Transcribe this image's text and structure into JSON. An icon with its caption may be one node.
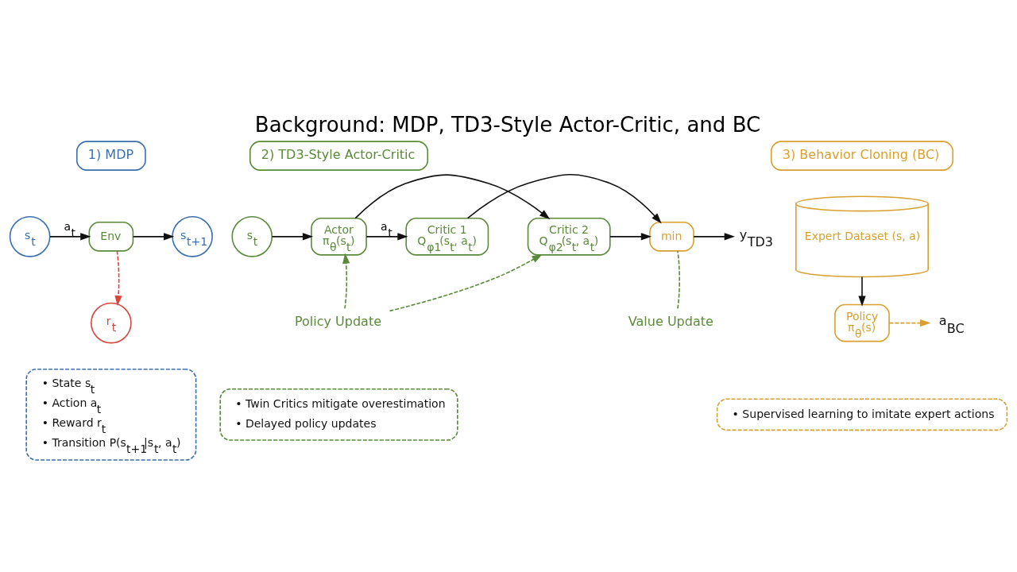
{
  "diagram": {
    "title": "Background: MDP, TD3-Style Actor-Critic, and BC",
    "nodes": [
      {
        "text": [
          "1) MDP"
        ]
      },
      {
        "text": [
          "s$_{t}$"
        ]
      },
      {
        "text": [
          "Env"
        ]
      },
      {
        "text": [
          "s$_{t+1}$"
        ]
      },
      {
        "text": [
          "r$_{t}$"
        ]
      },
      {
        "text": [
          "• State s$_{t}$",
          "• Action a$_{t}$",
          "• Reward r$_{t}$",
          "• Transition P(s$_{t+1}$|s$_{t}$, a$_{t}$)"
        ]
      },
      {
        "text": [
          "2) TD3-Style Actor-Critic"
        ]
      },
      {
        "text": [
          "s$_{t}$"
        ]
      },
      {
        "text": [
          "Actor",
          "π$_{θ}$(s$_{t}$)"
        ]
      },
      {
        "text": [
          "Critic 1",
          "Q$_{φ1}$(s$_{t}$, a$_{t}$)"
        ]
      },
      {
        "text": [
          "Critic 2",
          "Q$_{φ2}$(s$_{t}$, a$_{t}$)"
        ]
      },
      {
        "text": [
          "min"
        ]
      },
      {
        "text": [
          "y$_{TD3}$"
        ]
      },
      {
        "text": [
          "Policy Update"
        ]
      },
      {
        "text": [
          "Value Update"
        ]
      },
      {
        "text": [
          "• Twin Critics mitigate overestimation",
          "• Delayed policy updates"
        ]
      },
      {
        "text": [
          "3) Behavior Cloning (BC)"
        ]
      },
      {
        "text": [
          "Expert Dataset (s, a)"
        ]
      },
      {
        "text": [
          "Policy",
          "π$_{θ}$(s)"
        ]
      },
      {
        "text": [
          "a$_{BC}$"
        ]
      },
      {
        "text": [
          "• Supervised learning to imitate expert actions"
        ]
      }
    ],
    "edges": [
      {
        "from": 1,
        "to": 2,
        "arrow": "to",
        "label": "a$_{t}$"
      },
      {
        "from": 2,
        "to": 3,
        "arrow": "to"
      },
      {
        "from": 2,
        "to": 4,
        "arrow": "to",
        "style": "dashed",
        "color": "#d9463e"
      },
      {
        "from": 7,
        "to": 8,
        "arrow": "to"
      },
      {
        "from": 8,
        "to": 9,
        "arrow": "to",
        "label": "a$_{t}$"
      },
      {
        "from": 8,
        "to": 10,
        "arrow": "to"
      },
      {
        "from": 9,
        "to": 11,
        "arrow": "to"
      },
      {
        "from": 10,
        "to": 11,
        "arrow": "to"
      },
      {
        "from": 11,
        "to": 12,
        "arrow": "to"
      },
      {
        "from": 13,
        "to": 8,
        "arrow": "to",
        "style": "dashed",
        "color": "#5a8a3a"
      },
      {
        "from": 13,
        "to": 10,
        "arrow": "to",
        "style": "dashed",
        "color": "#5a8a3a"
      },
      {
        "from": 14,
        "to": 11,
        "arrow": "none",
        "style": "dashed",
        "color": "#5a8a3a"
      },
      {
        "from": 17,
        "to": 18,
        "arrow": "to"
      },
      {
        "from": 18,
        "to": 19,
        "arrow": "to",
        "style": "dashed",
        "color": "#d9a030"
      }
    ]
  }
}
